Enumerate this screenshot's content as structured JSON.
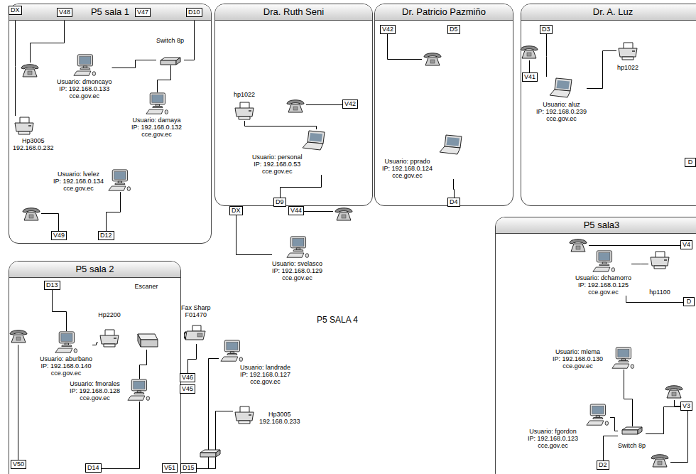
{
  "diagram": {
    "nodes": [
      {
        "text": [
          "P5 sala 1"
        ]
      },
      {
        "text": [
          "DX"
        ],
        "in": 0
      },
      {
        "text": [
          "V48"
        ],
        "in": 0
      },
      {
        "text": [
          "V47"
        ],
        "in": 0
      },
      {
        "text": [
          "D10"
        ],
        "in": 0
      },
      {
        "text": [
          "Switch 8p"
        ],
        "in": 0
      },
      {
        "text": [
          "Usuario: dmoncayo",
          "IP: 192.168.0.133",
          "cce.gov.ec"
        ],
        "in": 0
      },
      {
        "text": [
          "Usuario: damaya",
          "IP: 192.168.0.132",
          "cce.gov.ec"
        ],
        "in": 0
      },
      {
        "text": [
          "Hp3005",
          "192.168.0.232"
        ],
        "in": 0
      },
      {
        "text": [
          "Usuario: lvelez",
          "IP: 192.168.0.134",
          "cce.gov.ec"
        ],
        "in": 0
      },
      {
        "text": [
          "V49"
        ],
        "in": 0
      },
      {
        "text": [
          "D12"
        ],
        "in": 0
      },
      {
        "text": [
          "Dra. Ruth Seni"
        ]
      },
      {
        "text": [
          "hp1022"
        ],
        "in": 12
      },
      {
        "text": [
          "V42"
        ],
        "in": 12
      },
      {
        "text": [
          "Usuario: personal",
          "IP: 192.168.0.53",
          "cce.gov.ec"
        ],
        "in": 12
      },
      {
        "text": [
          "D9"
        ],
        "in": 12
      },
      {
        "text": [
          "DX"
        ]
      },
      {
        "text": [
          "V44"
        ]
      },
      {
        "text": [
          "Usuario: svelasco",
          "IP: 192.168.0.129",
          "cce.gov.ec"
        ]
      },
      {
        "text": [
          "Dr. Patricio Pazmiño"
        ]
      },
      {
        "text": [
          "V42"
        ],
        "in": 20
      },
      {
        "text": [
          "D5"
        ],
        "in": 20
      },
      {
        "text": [
          "Usuario: pprado",
          "IP: 192.168.0.124",
          "cce.gov.ec"
        ],
        "in": 20
      },
      {
        "text": [
          "D4"
        ],
        "in": 20
      },
      {
        "text": [
          "Dr. A. Luz"
        ]
      },
      {
        "text": [
          "D3"
        ],
        "in": 25
      },
      {
        "text": [
          "V41"
        ],
        "in": 25
      },
      {
        "text": [
          "Usuario: aluz",
          "IP: 192.168.0.239",
          "cce.gov.ec"
        ],
        "in": 25
      },
      {
        "text": [
          "hp1022"
        ],
        "in": 25
      },
      {
        "text": [
          "D"
        ],
        "in": 25
      },
      {
        "text": [
          "P5 sala3"
        ]
      },
      {
        "text": [
          "V4"
        ],
        "in": 31
      },
      {
        "text": [
          "Usuario: dchamorro",
          "IP: 192.168.0.125",
          "cce.gov.ec"
        ],
        "in": 31
      },
      {
        "text": [
          "hp1100"
        ],
        "in": 31
      },
      {
        "text": [
          "D"
        ],
        "in": 31
      },
      {
        "text": [
          "Usuario: mlema",
          "IP: 192.168.0.130",
          "cce.gov.ec"
        ],
        "in": 31
      },
      {
        "text": [
          "Usuario: fgordon",
          "IP: 192.168.0.123",
          "cce.gov.ec"
        ],
        "in": 31
      },
      {
        "text": [
          "Switch 8p"
        ],
        "in": 31
      },
      {
        "text": [
          "V3"
        ],
        "in": 31
      },
      {
        "text": [
          "D2"
        ],
        "in": 31
      },
      {
        "text": [
          "P5 sala 2"
        ]
      },
      {
        "text": [
          "D13"
        ],
        "in": 41
      },
      {
        "text": [
          "Usuario: aburbano",
          "IP: 192.168.0.140",
          "cce.gov.ec"
        ],
        "in": 41
      },
      {
        "text": [
          "Hp2200"
        ],
        "in": 41
      },
      {
        "text": [
          "Escaner"
        ],
        "in": 41
      },
      {
        "text": [
          "Usuario: fmorales",
          "IP: 192.168.0.128",
          "cce.gov.ec"
        ],
        "in": 41
      },
      {
        "text": [
          "V50"
        ],
        "in": 41
      },
      {
        "text": [
          "D14"
        ],
        "in": 41
      },
      {
        "text": [
          "Fax Sharp",
          "F01470"
        ]
      },
      {
        "text": [
          "V46"
        ]
      },
      {
        "text": [
          "V45"
        ]
      },
      {
        "text": [
          "Usuario: landrade",
          "IP: 192.168.0.127",
          "cce.gov.ec"
        ]
      },
      {
        "text": [
          "Hp3005",
          "192.168.0.233"
        ]
      },
      {
        "text": [
          "V51"
        ]
      },
      {
        "text": [
          "D15"
        ]
      }
    ],
    "edges": [
      {
        "from": 4,
        "to": 5,
        "arrow": "none"
      },
      {
        "from": 5,
        "to": 6,
        "arrow": "none"
      },
      {
        "from": 5,
        "to": 7,
        "arrow": "none"
      },
      {
        "from": 1,
        "to": 8,
        "arrow": "none"
      },
      {
        "from": 11,
        "to": 9,
        "arrow": "none"
      },
      {
        "from": 13,
        "to": 15,
        "arrow": "none"
      },
      {
        "from": 16,
        "to": 15,
        "arrow": "none"
      },
      {
        "from": 17,
        "to": 19,
        "arrow": "none"
      },
      {
        "from": 24,
        "to": 23,
        "arrow": "none"
      },
      {
        "from": 26,
        "to": 28,
        "arrow": "none"
      },
      {
        "from": 28,
        "to": 29,
        "arrow": "none"
      },
      {
        "from": 42,
        "to": 43,
        "arrow": "none"
      },
      {
        "from": 43,
        "to": 44,
        "arrow": "none"
      },
      {
        "from": 45,
        "to": 46,
        "arrow": "none"
      },
      {
        "from": 48,
        "to": 46,
        "arrow": "none"
      },
      {
        "from": 50,
        "to": 49,
        "arrow": "none"
      },
      {
        "from": 55,
        "to": 52,
        "arrow": "none"
      },
      {
        "from": 55,
        "to": 53,
        "arrow": "none"
      },
      {
        "from": 33,
        "to": 34,
        "arrow": "none"
      },
      {
        "from": 35,
        "to": 33,
        "arrow": "none"
      },
      {
        "from": 40,
        "to": 38,
        "arrow": "none"
      },
      {
        "from": 38,
        "to": 36,
        "arrow": "none"
      },
      {
        "from": 38,
        "to": 37,
        "arrow": "none"
      },
      {
        "from": 38,
        "to": 39,
        "arrow": "none"
      }
    ],
    "labels": [
      "P5 SALA 4"
    ]
  }
}
